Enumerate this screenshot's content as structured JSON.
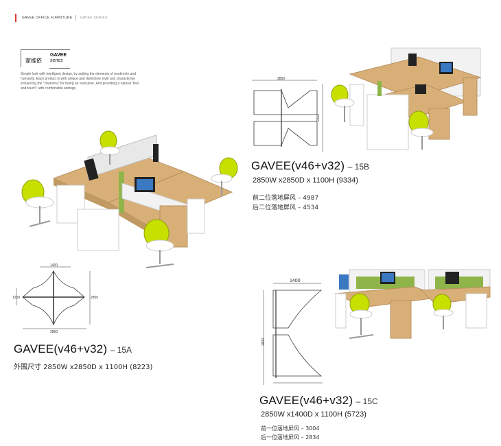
{
  "header": {
    "brand": "GAVEE OFFICE FURNITURE",
    "series": "GAVEE SERIES"
  },
  "brand_block": {
    "name_cn": "家维依",
    "name_en1": "GAVEE",
    "name_en2": "series",
    "description": "Simple look with intelligent design, by adding the elements of modernity and humanity. Each product is with unique and distinctive style and characterise enhancing the \"charisma\" for being an executive. And providing a natural \"feel and touch\" with comfortable settings."
  },
  "products": [
    {
      "id": "15A",
      "model": "GAVEE(v46+v32)",
      "suffix": "– 15A",
      "dims": "外围尺寸 2850W x2850D x 1100H  (8223)",
      "notes": [],
      "drawing_labels": {
        "top": "1400",
        "left": "1200",
        "right": "2850",
        "bottom": "2850"
      }
    },
    {
      "id": "15B",
      "model": "GAVEE(v46+v32)",
      "suffix": "– 15B",
      "dims": "2850W x2850D x 1100H  (9334)",
      "notes": [
        "前二位落地屏风 – 4987",
        "后二位落地屏风 – 4534"
      ],
      "drawing_labels": {
        "top": "2850",
        "right": "2850"
      }
    },
    {
      "id": "15C",
      "model": "GAVEE(v46+v32)",
      "suffix": "– 15C",
      "dims": "2850W x1400D x 1100H  (5723)",
      "notes": [
        "前一位落地屏风 – 3004",
        "后一位落地屏风 – 2834"
      ],
      "drawing_labels": {
        "top": "1400",
        "left": "2900"
      }
    }
  ],
  "colors": {
    "accent": "#e03a2f",
    "wood": "#d8b077",
    "chair_green": "#c8e000",
    "white": "#ffffff",
    "screen_green": "#8fb54a"
  }
}
